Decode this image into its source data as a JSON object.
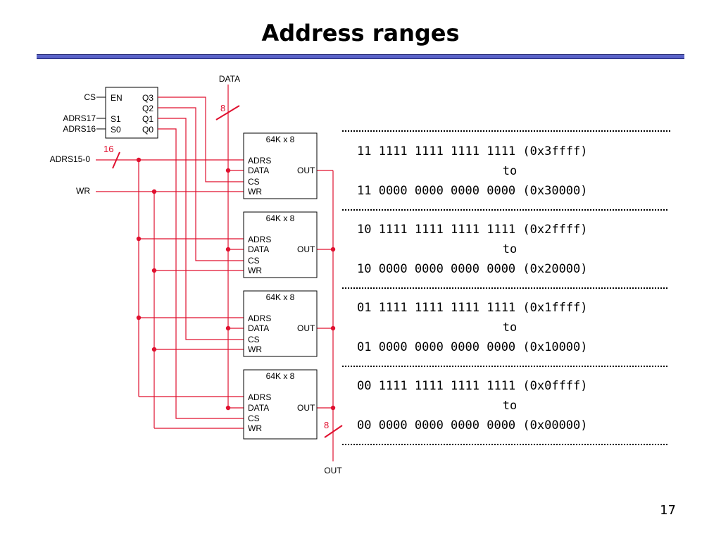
{
  "title": "Address ranges",
  "page_number": "17",
  "colors": {
    "wire": "#e0102f",
    "rule": "#5a63c8",
    "text": "#000000"
  },
  "decoder": {
    "en": "EN",
    "s1": "S1",
    "s0": "S0",
    "q3": "Q3",
    "q2": "Q2",
    "q1": "Q1",
    "q0": "Q0"
  },
  "inputs": {
    "cs": "CS",
    "adrs17": "ADRS17",
    "adrs16": "ADRS16",
    "adrs15_0": "ADRS15-0",
    "wr": "WR",
    "bus_16": "16"
  },
  "data_bus": {
    "label": "DATA",
    "width": "8"
  },
  "out_bus": {
    "label": "OUT",
    "width": "8"
  },
  "chip": {
    "name": "64K x 8",
    "adrs": "ADRS",
    "data": "DATA",
    "cs": "CS",
    "wr": "WR",
    "out": "OUT"
  },
  "ranges": [
    {
      "high": "11 1111 1111 1111 1111 (0x3ffff)",
      "to": "to",
      "low": "11 0000 0000 0000 0000 (0x30000)"
    },
    {
      "high": "10 1111 1111 1111 1111 (0x2ffff)",
      "to": "to",
      "low": "10 0000 0000 0000 0000 (0x20000)"
    },
    {
      "high": "01 1111 1111 1111 1111 (0x1ffff)",
      "to": "to",
      "low": "01 0000 0000 0000 0000 (0x10000)"
    },
    {
      "high": "00 1111 1111 1111 1111 (0x0ffff)",
      "to": "to",
      "low": "00 0000 0000 0000 0000 (0x00000)"
    }
  ]
}
